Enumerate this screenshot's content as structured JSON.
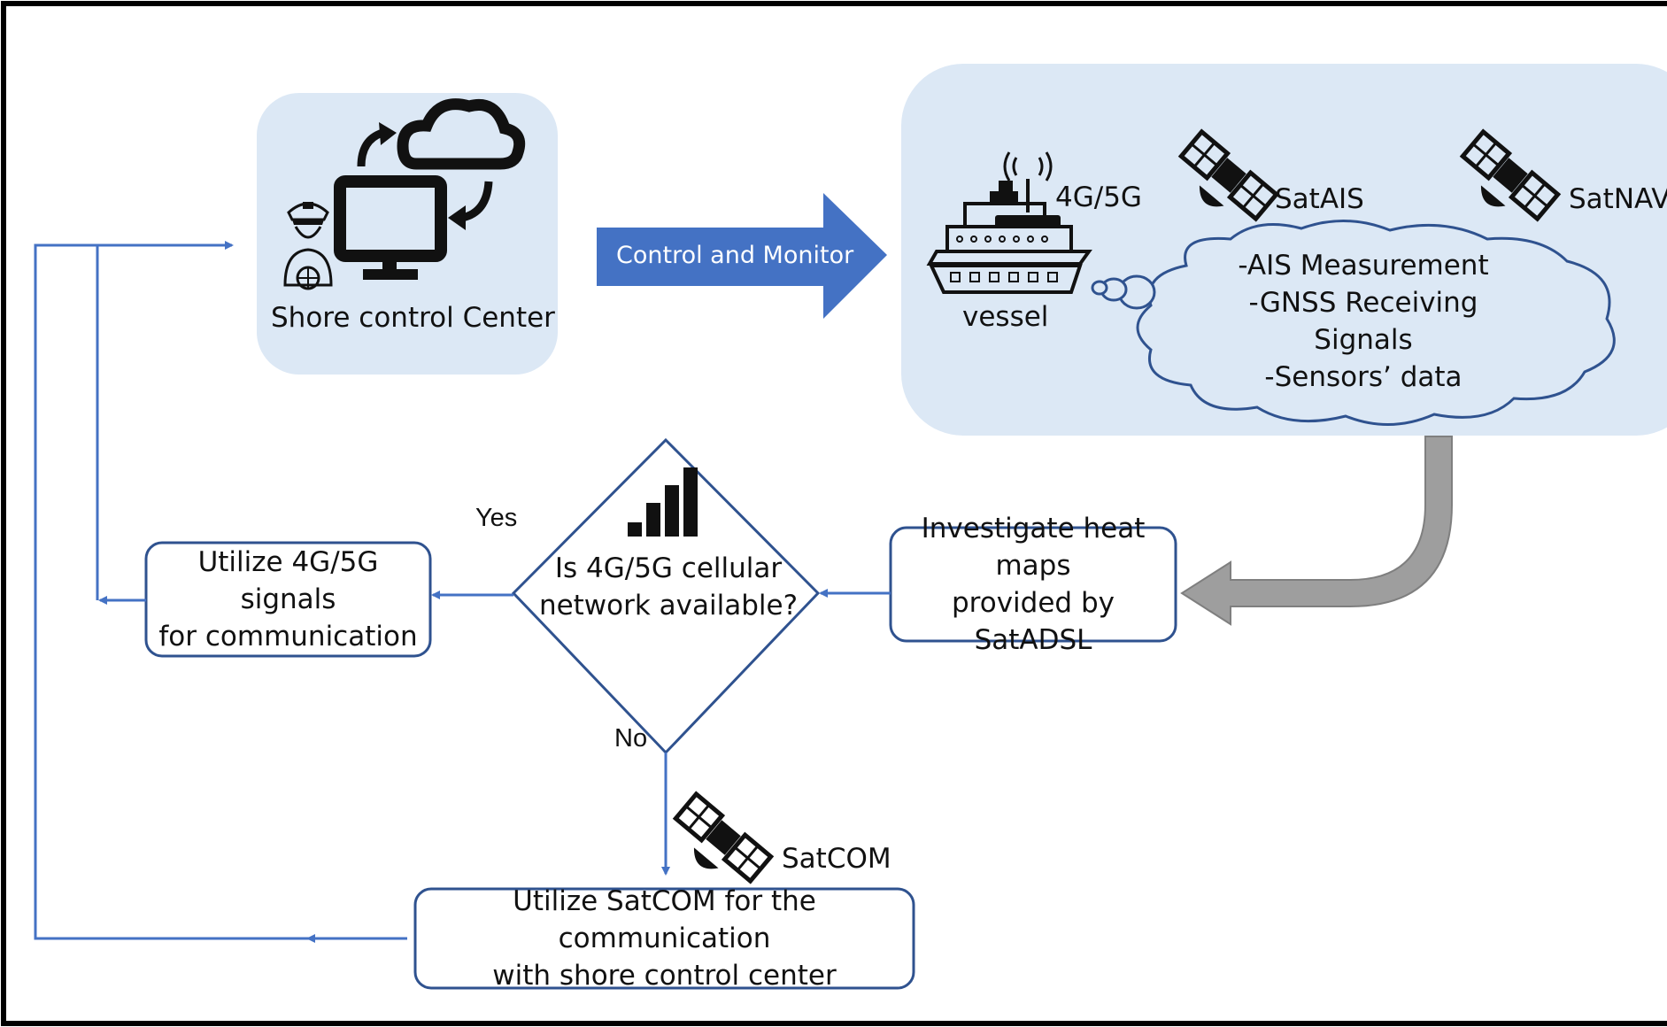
{
  "shore": {
    "label": "Shore control Center"
  },
  "arrow": {
    "label": "Control and Monitor"
  },
  "vessel": {
    "label": "vessel",
    "network_label": "4G/5G"
  },
  "satellites": {
    "ais_label": "SatAIS",
    "nav_label": "SatNAV",
    "com_label": "SatCOM"
  },
  "cloud": {
    "lines": [
      "-AIS Measurement",
      "-GNSS Receiving",
      "Signals",
      "-Sensors’ data"
    ]
  },
  "investigate": {
    "lines": [
      "Investigate heat maps",
      "provided by SatADSL"
    ]
  },
  "decision": {
    "lines": [
      "Is 4G/5G cellular",
      "network available?"
    ],
    "yes_label": "Yes",
    "no_label": "No"
  },
  "utilize_cellular": {
    "lines": [
      "Utilize 4G/5G signals",
      "for communication"
    ]
  },
  "utilize_satcom": {
    "lines": [
      "Utilize SatCOM for the communication",
      "with shore control center"
    ]
  },
  "colors": {
    "panel": "#dce8f5",
    "flow_line": "#4472c4",
    "big_arrow": "#4472c4",
    "grey_arrow": "#9e9e9e",
    "box_border": "#2f528f"
  }
}
